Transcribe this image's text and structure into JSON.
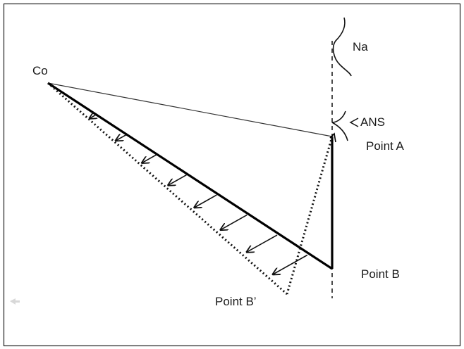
{
  "labels": {
    "co": "Co",
    "na": "Na",
    "ans": "ANS",
    "point_a": "Point A",
    "point_b": "Point B",
    "point_b_prime": "Point B’"
  },
  "colors": {
    "line": "#111111",
    "frame": "#222222",
    "background": "#ffffff"
  },
  "rotation_arrow_count": 8
}
